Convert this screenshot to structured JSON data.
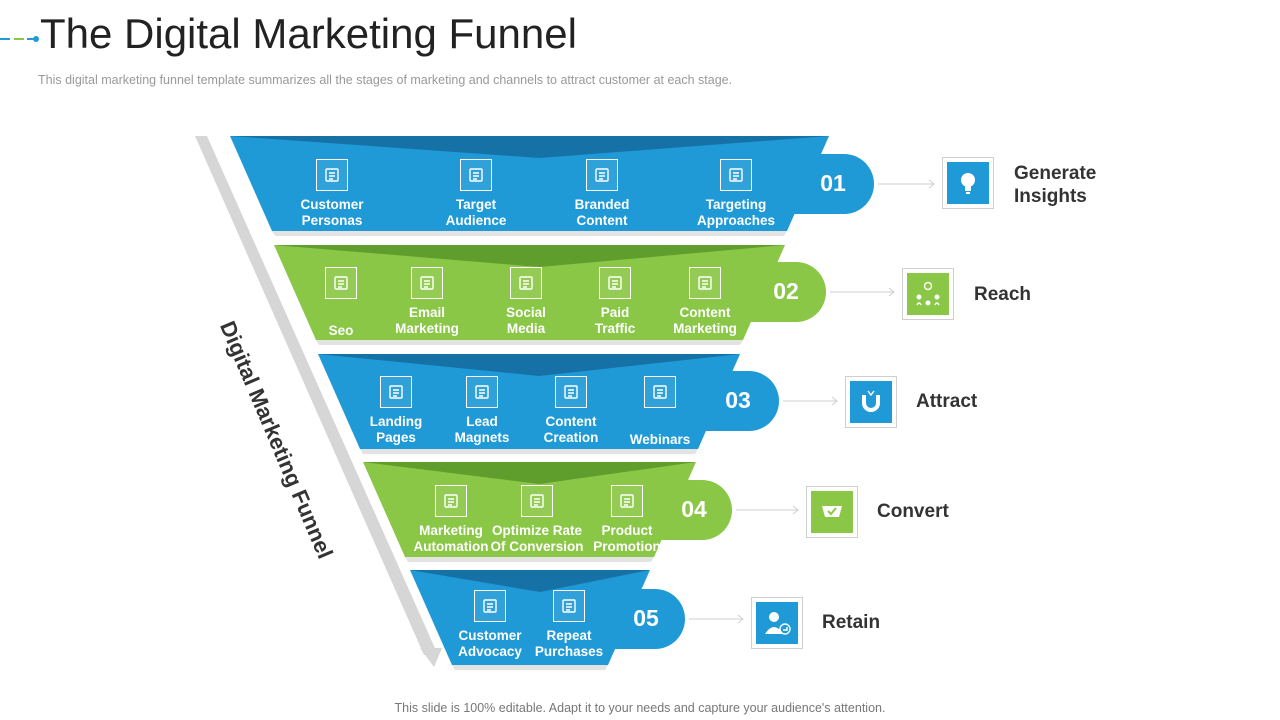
{
  "header": {
    "title": "The Digital Marketing Funnel",
    "subtitle": "This digital marketing funnel template summarizes all the stages of marketing and channels to attract customer at each stage."
  },
  "side_label": "Digital Marketing Funnel",
  "footer": "This slide is 100% editable. Adapt it to your needs and capture your audience's attention.",
  "colors": {
    "blue": "#1f9ad6",
    "blue_dark": "#1672a6",
    "green": "#8ac747",
    "green_dark": "#5f9e2c",
    "arrow": "#d6d6d6"
  },
  "stages": [
    {
      "number": "01",
      "goal": "Generate\nInsights",
      "goal_icon": "lightbulb-icon",
      "color": "blue",
      "items": [
        {
          "label": "Customer\nPersonas",
          "icon": "persona-icon"
        },
        {
          "label": "Target\nAudience",
          "icon": "target-audience-icon"
        },
        {
          "label": "Branded\nContent",
          "icon": "document-icon"
        },
        {
          "label": "Targeting\nApproaches",
          "icon": "bullseye-icon"
        }
      ]
    },
    {
      "number": "02",
      "goal": "Reach",
      "goal_icon": "network-icon",
      "color": "green",
      "items": [
        {
          "label": "Seo",
          "icon": "seo-gear-icon"
        },
        {
          "label": "Email\nMarketing",
          "icon": "envelope-icon"
        },
        {
          "label": "Social\nMedia",
          "icon": "social-hub-icon"
        },
        {
          "label": "Paid\nTraffic",
          "icon": "people-group-icon"
        },
        {
          "label": "Content\nMarketing",
          "icon": "content-doc-icon"
        }
      ]
    },
    {
      "number": "03",
      "goal": "Attract",
      "goal_icon": "magnet-icon",
      "color": "blue",
      "items": [
        {
          "label": "Landing\nPages",
          "icon": "monitor-icon"
        },
        {
          "label": "Lead\nMagnets",
          "icon": "magnet-cart-icon"
        },
        {
          "label": "Content\nCreation",
          "icon": "article-icon"
        },
        {
          "label": "Webinars",
          "icon": "presentation-icon"
        }
      ]
    },
    {
      "number": "04",
      "goal": "Convert",
      "goal_icon": "cart-check-icon",
      "color": "green",
      "items": [
        {
          "label": "Marketing\nAutomation",
          "icon": "automation-icon"
        },
        {
          "label": "Optimize Rate\nOf Conversion",
          "icon": "money-bag-icon"
        },
        {
          "label": "Product\nPromotion",
          "icon": "promotion-icon"
        }
      ]
    },
    {
      "number": "05",
      "goal": "Retain",
      "goal_icon": "user-like-icon",
      "color": "blue",
      "items": [
        {
          "label": "Customer\nAdvocacy",
          "icon": "advocacy-icon"
        },
        {
          "label": "Repeat\nPurchases",
          "icon": "repeat-cursor-icon"
        }
      ]
    }
  ]
}
